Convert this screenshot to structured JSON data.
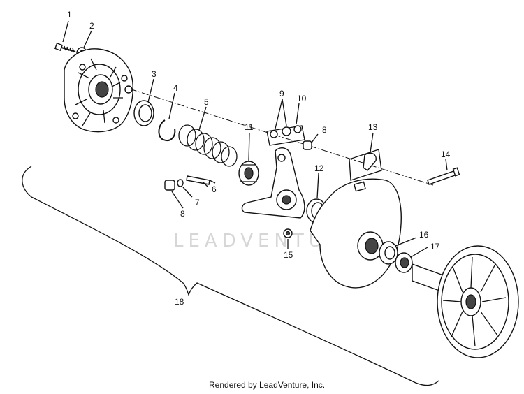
{
  "diagram": {
    "callouts": [
      {
        "id": "c1",
        "text": "1"
      },
      {
        "id": "c2",
        "text": "2"
      },
      {
        "id": "c3",
        "text": "3"
      },
      {
        "id": "c4",
        "text": "4"
      },
      {
        "id": "c5",
        "text": "5"
      },
      {
        "id": "c6",
        "text": "6"
      },
      {
        "id": "c7",
        "text": "7"
      },
      {
        "id": "c8a",
        "text": "8"
      },
      {
        "id": "c8b",
        "text": "8"
      },
      {
        "id": "c9",
        "text": "9"
      },
      {
        "id": "c10",
        "text": "10"
      },
      {
        "id": "c11",
        "text": "11"
      },
      {
        "id": "c12",
        "text": "12"
      },
      {
        "id": "c13",
        "text": "13"
      },
      {
        "id": "c14",
        "text": "14"
      },
      {
        "id": "c15",
        "text": "15"
      },
      {
        "id": "c16",
        "text": "16"
      },
      {
        "id": "c17",
        "text": "17"
      },
      {
        "id": "c18",
        "text": "18"
      }
    ],
    "watermark": "LEADVENTURE",
    "footer": "Rendered by LeadVenture, Inc."
  }
}
